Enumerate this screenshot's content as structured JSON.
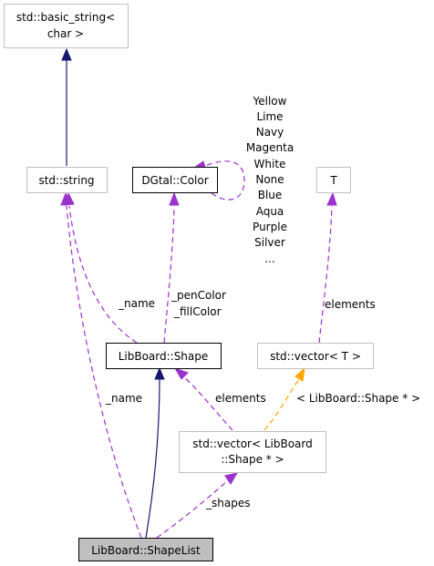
{
  "nodes": {
    "basic_string": {
      "line1": "std::basic_string<",
      "line2": "char >"
    },
    "string": {
      "label": "std::string"
    },
    "color": {
      "label": "DGtal::Color"
    },
    "t": {
      "label": "T"
    },
    "shape": {
      "label": "LibBoard::Shape"
    },
    "vector_t": {
      "label": "std::vector< T >"
    },
    "vector_shape": {
      "line1": "std::vector< LibBoard",
      "line2": "::Shape * >"
    },
    "shapelist": {
      "label": "LibBoard::ShapeList"
    }
  },
  "color_members": [
    "Yellow",
    "Lime",
    "Navy",
    "Magenta",
    "White",
    "None",
    "Blue",
    "Aqua",
    "Purple",
    "Silver",
    "..."
  ],
  "edge_labels": {
    "name_shape": "_name",
    "pen_color": "_penColor",
    "fill_color": "_fillColor",
    "elements_t": "elements",
    "elements_shape": "elements",
    "template_arg": "< LibBoard::Shape * >",
    "name_shapelist": "_name",
    "shapes": "_shapes"
  },
  "colors": {
    "inheritance": "#191970",
    "usage": "#9a32cd",
    "template": "#ffa500",
    "focus_fill": "#bfbfbf",
    "undocumented_border": "#bfbfbf"
  }
}
